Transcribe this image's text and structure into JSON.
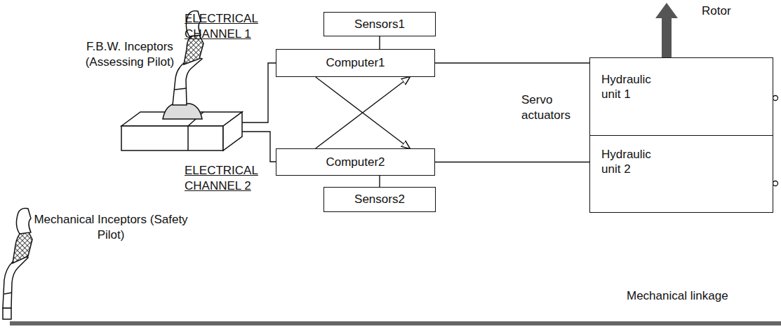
{
  "diagram": {
    "nodes": [
      {
        "text": [
          "Sensors1"
        ]
      },
      {
        "text": [
          "Computer1"
        ]
      },
      {
        "text": [
          "Computer2"
        ]
      },
      {
        "text": [
          "Sensors2"
        ]
      },
      {
        "text": [
          "Hydraulic unit 1"
        ]
      },
      {
        "text": [
          "Hydraulic unit 2"
        ]
      }
    ],
    "edges": [
      {
        "from": 0,
        "to": 1,
        "arrow": "none"
      },
      {
        "from": 1,
        "to": 2,
        "arrow": "to"
      },
      {
        "from": 2,
        "to": 1,
        "arrow": "to"
      },
      {
        "from": 3,
        "to": 2,
        "arrow": "none"
      },
      {
        "from": 1,
        "to": 4,
        "arrow": "none"
      },
      {
        "from": 2,
        "to": 5,
        "arrow": "none"
      }
    ],
    "labels": [
      "Rotor",
      "F.B.W. Inceptors (Assessing Pilot)",
      "ELECTRICAL CHANNEL 1",
      "ELECTRICAL CHANNEL 2",
      "Servo actuators",
      "Mechanical Inceptors (Safety Pilot)",
      "Mechanical linkage"
    ]
  }
}
